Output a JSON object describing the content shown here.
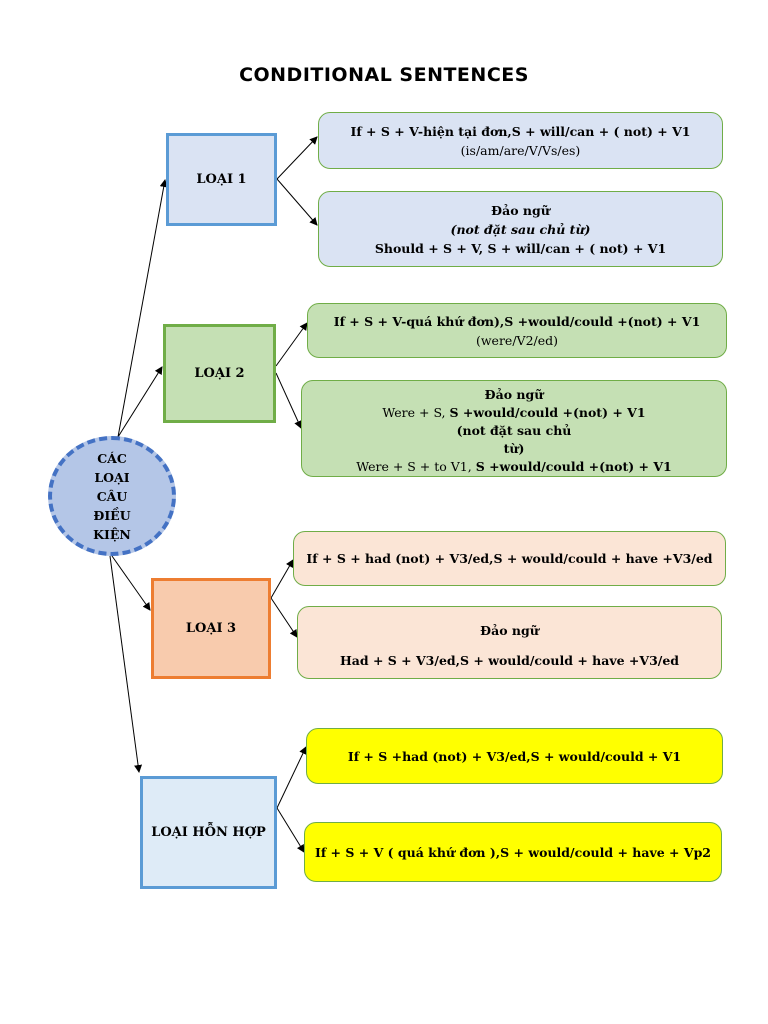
{
  "title": "CONDITIONAL SENTENCES",
  "center": {
    "lines": [
      "CÁC",
      "LOẠI",
      "CÂU",
      "ĐIỀU",
      "KIỆN"
    ],
    "fill": "#b4c6e7",
    "border": "#4472c4"
  },
  "types": [
    {
      "label": "LOẠI 1",
      "fill": "#dae3f3",
      "border": "#5b9bd5",
      "formulas": [
        {
          "line1": "If + S + V-hiện tại đơn,S + will/can + ( not) + V1",
          "line2": "(is/am/are/V/Vs/es)"
        },
        {
          "line1": "Đảo ngữ",
          "line2": "(not đặt sau chủ từ)",
          "line3": "Should + S + V, S + will/can + ( not) + V1"
        }
      ]
    },
    {
      "label": "LOẠI 2",
      "fill": "#c5e0b4",
      "border": "#70ad47",
      "formulas": [
        {
          "line1": "If + S + V-quá khứ đơn),S +would/could +(not) + V1",
          "line2": "(were/V2/ed)"
        },
        {
          "line1": "Đảo ngữ",
          "line2_a": "Were + S, ",
          "line2_b": "S +would/could +(not) + V1",
          "line3": "(not đặt sau chủ",
          "line4": "từ)",
          "line5_a": "Were + S + to V1, ",
          "line5_b": "S +would/could +(not) + V1"
        }
      ]
    },
    {
      "label": "LOẠI 3",
      "fill": "#f8cbad",
      "border": "#ed7d31",
      "formulas": [
        {
          "line1": "If + S + had (not) + V3/ed,S + would/could + have +V3/ed"
        },
        {
          "line1": "Đảo ngữ",
          "line2": "Had + S + V3/ed,S + would/could + have +V3/ed"
        }
      ]
    },
    {
      "label": "LOẠI HỖN HỢP",
      "fill": "#deebf7",
      "border": "#5b9bd5",
      "formulas": [
        {
          "line1": "If + S +had (not) + V3/ed,S + would/could + V1"
        },
        {
          "line1": "If + S + V ( quá khứ đơn ),S + would/could + have + Vp2"
        }
      ]
    }
  ],
  "colors": {
    "type1_formula_fill": "#dae3f3",
    "type2_formula_fill": "#c5e0b4",
    "type3_formula_fill": "#fbe5d6",
    "mixed_formula_fill": "#ffff00",
    "formula_border": "#70ad47",
    "arrow": "#000000"
  }
}
